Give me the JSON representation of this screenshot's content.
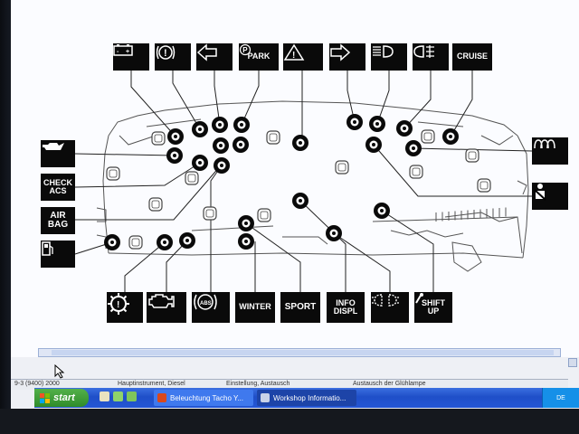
{
  "lamp_labels": {
    "park": "PARK",
    "cruise": "CRUISE",
    "check_acs": "CHECK\nACS",
    "air_bag": "AIR\nBAG",
    "winter": "WINTER",
    "sport": "SPORT",
    "info_displ": "INFO\nDISPL",
    "shift_up": "SHIFT\nUP"
  },
  "icons": [
    "battery-icon",
    "brake-warning-icon",
    "turn-left-icon",
    "park-brake-icon",
    "hazard-icon",
    "turn-right-icon",
    "headlight-icon",
    "rear-fog-icon",
    "cruise-icon",
    "oil-pressure-icon",
    "check-acs-icon",
    "air-bag-icon",
    "fuel-icon",
    "glow-plug-icon",
    "seatbelt-icon",
    "service-warning-icon",
    "engine-icon",
    "abs-icon",
    "winter-icon",
    "sport-icon",
    "info-displ-icon",
    "front-fog-icon",
    "shift-up-icon"
  ],
  "status_bar": {
    "model": "9-3 (9400) 2000",
    "component": "Hauptinstrument, Diesel",
    "operation": "Einstellung, Austausch",
    "task": "Austausch der Glühlampe"
  },
  "taskbar": {
    "start_label": "start",
    "windows": [
      {
        "label": "Beleuchtung Tacho Y...",
        "active": false
      },
      {
        "label": "Workshop Informatio...",
        "active": true
      }
    ],
    "language": "DE"
  },
  "colors": {
    "diagram_bg": "#fbfcff",
    "lamp_box": "#0a0a0a",
    "taskbar": "#2456d4",
    "start": "#3a9a34"
  }
}
